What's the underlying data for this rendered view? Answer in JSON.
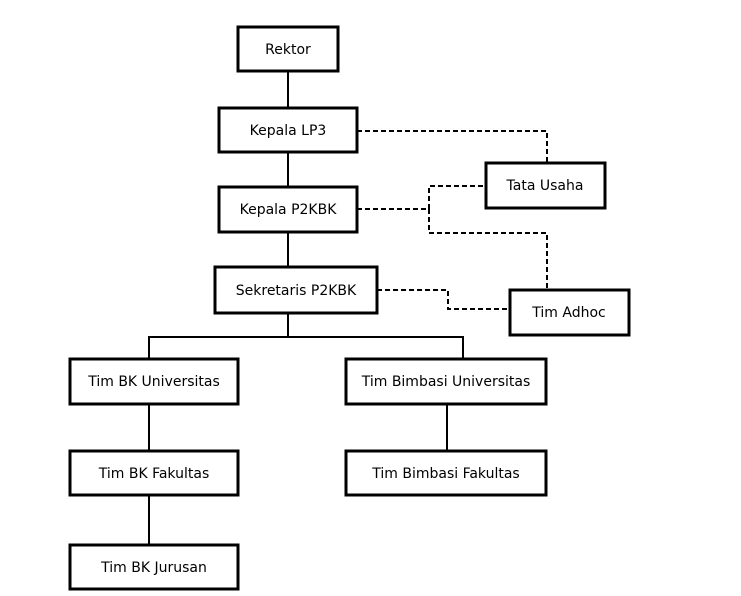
{
  "chart_data": {
    "type": "diagram",
    "nodes": [
      {
        "id": "rektor",
        "label": "Rektor"
      },
      {
        "id": "kepala_lp3",
        "label": "Kepala LP3"
      },
      {
        "id": "kepala_p2kbk",
        "label": "Kepala P2KBK"
      },
      {
        "id": "sekretaris_p2kbk",
        "label": "Sekretaris P2KBK"
      },
      {
        "id": "tata_usaha",
        "label": "Tata Usaha"
      },
      {
        "id": "tim_adhoc",
        "label": "Tim Adhoc"
      },
      {
        "id": "tim_bk_universitas",
        "label": "Tim BK Universitas"
      },
      {
        "id": "tim_bimbasi_universitas",
        "label": "Tim Bimbasi Universitas"
      },
      {
        "id": "tim_bk_fakultas",
        "label": "Tim BK Fakultas"
      },
      {
        "id": "tim_bimbasi_fakultas",
        "label": "Tim Bimbasi Fakultas"
      },
      {
        "id": "tim_bk_jurusan",
        "label": "Tim BK Jurusan"
      }
    ],
    "edges": [
      {
        "from": "rektor",
        "to": "kepala_lp3",
        "style": "solid"
      },
      {
        "from": "kepala_lp3",
        "to": "kepala_p2kbk",
        "style": "solid"
      },
      {
        "from": "kepala_p2kbk",
        "to": "sekretaris_p2kbk",
        "style": "solid"
      },
      {
        "from": "sekretaris_p2kbk",
        "to": "tim_bk_universitas",
        "style": "solid"
      },
      {
        "from": "sekretaris_p2kbk",
        "to": "tim_bimbasi_universitas",
        "style": "solid"
      },
      {
        "from": "tim_bk_universitas",
        "to": "tim_bk_fakultas",
        "style": "solid"
      },
      {
        "from": "tim_bk_fakultas",
        "to": "tim_bk_jurusan",
        "style": "solid"
      },
      {
        "from": "tim_bimbasi_universitas",
        "to": "tim_bimbasi_fakultas",
        "style": "solid"
      },
      {
        "from": "kepala_lp3",
        "to": "tata_usaha",
        "style": "dashed"
      },
      {
        "from": "kepala_p2kbk",
        "to": "tata_usaha",
        "style": "dashed"
      },
      {
        "from": "kepala_p2kbk",
        "to": "tim_adhoc",
        "style": "dashed"
      },
      {
        "from": "sekretaris_p2kbk",
        "to": "tim_adhoc",
        "style": "dashed"
      }
    ]
  }
}
